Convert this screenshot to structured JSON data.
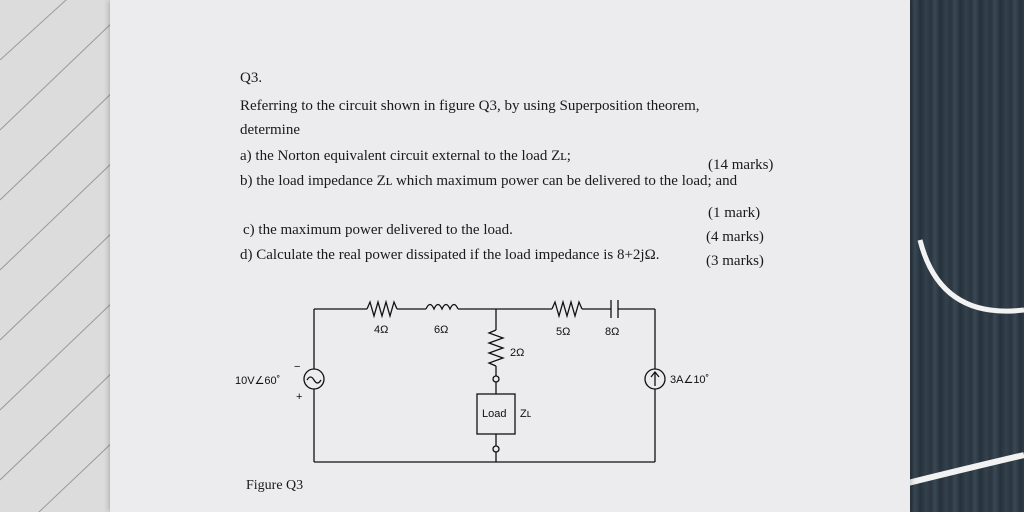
{
  "question": {
    "number": "Q3.",
    "intro_line1": "Referring to the circuit shown in figure Q3, by using Superposition theorem,",
    "intro_line2": "determine",
    "part_a": "a) the Norton equivalent circuit external to the load Zʟ;",
    "part_a_marks": "(14 marks)",
    "part_b": "b) the load impedance Zʟ which maximum power can be delivered to the load; and",
    "part_b_marks": "(1 mark)",
    "part_c": "c) the maximum power delivered to the load.",
    "part_c_marks": "(4 marks)",
    "part_d": "d) Calculate the real power dissipated if the load impedance is 8+2jΩ.",
    "part_d_marks": "(3 marks)"
  },
  "circuit": {
    "r1": "4Ω",
    "l1": "6Ω",
    "r2": "2Ω",
    "r3": "5Ω",
    "c1": "8Ω",
    "vsource": "10V∠60˚",
    "vsource_minus": "−",
    "vsource_plus": "+",
    "isource": "3A∠10˚",
    "load_label": "Load",
    "load_z": "Zʟ"
  },
  "figure_caption": "Figure Q3"
}
